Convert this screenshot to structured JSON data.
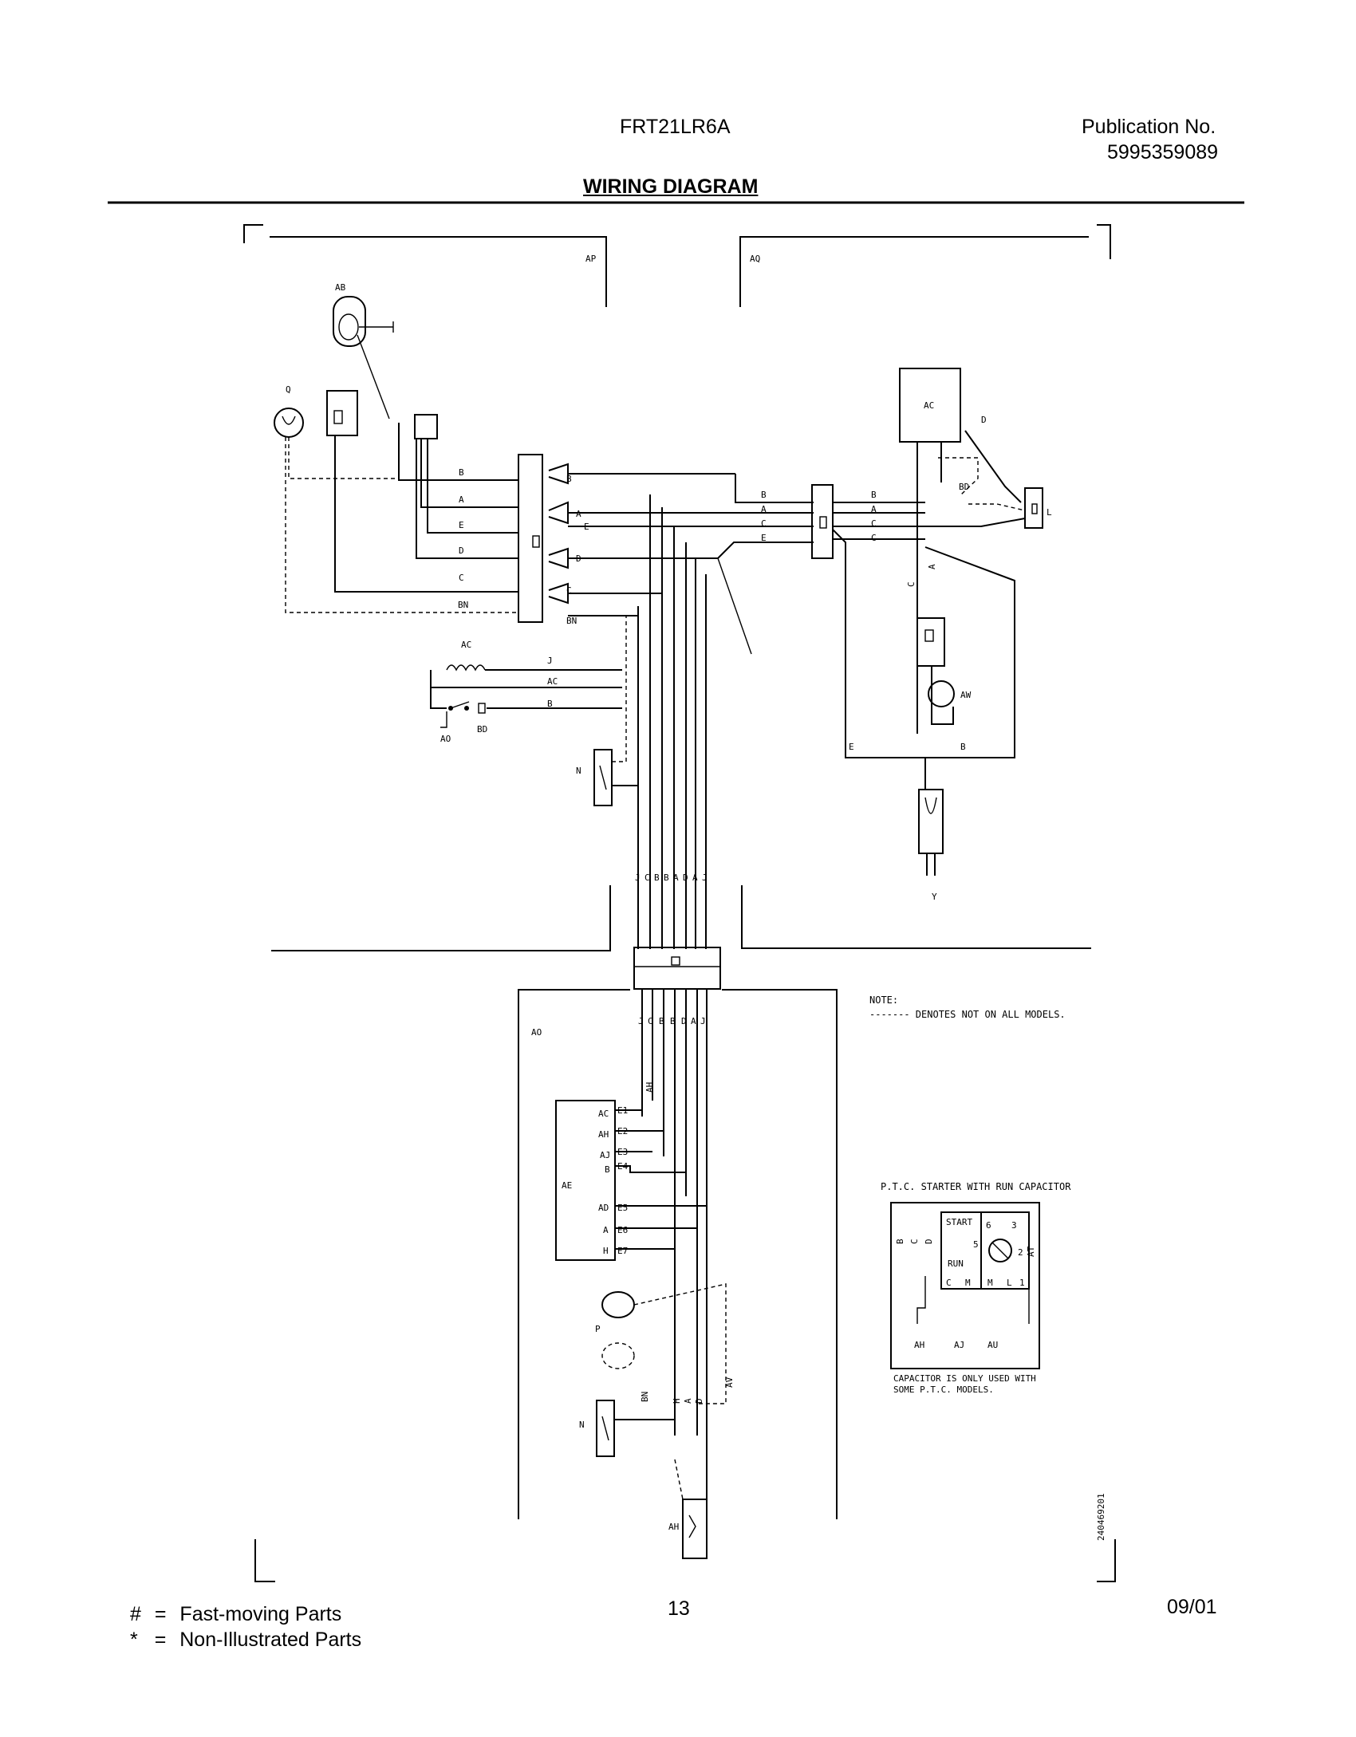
{
  "header": {
    "model": "FRT21LR6A",
    "publication_label": "Publication No.",
    "publication_number": "5995359089",
    "title": "WIRING DIAGRAM"
  },
  "footer": {
    "legend": [
      {
        "symbol": "#",
        "eq": "=",
        "text": "Fast-moving Parts"
      },
      {
        "symbol": "*",
        "eq": "=",
        "text": "Non-Illustrated Parts"
      }
    ],
    "page_number": "13",
    "date": "09/01"
  },
  "diagram": {
    "section_labels": {
      "ap": "AP",
      "aq": "AQ",
      "ao": "AO"
    },
    "components": {
      "ab": "AB",
      "q": "Q",
      "ac_top": "AC",
      "d_top": "D",
      "bd_top": "BD",
      "l": "L",
      "aw": "AW",
      "y": "Y",
      "ac_left": "AC",
      "j": "J",
      "ao_switch": "AO",
      "bd_left": "BD",
      "n_top": "N",
      "ae": "AE",
      "p": "P",
      "n_bottom": "N",
      "ah": "AH"
    },
    "left_connector_wires": [
      "B",
      "A",
      "E",
      "D",
      "C",
      "BN"
    ],
    "left_block_right": [
      "B",
      "A",
      "E",
      "D",
      "C",
      "BN"
    ],
    "right_connector_left": [
      "B",
      "A",
      "C",
      "E"
    ],
    "right_connector_right": [
      "B",
      "A",
      "C",
      "C"
    ],
    "left_circuit_wires": [
      "AC",
      "B"
    ],
    "right_vertical_labels": [
      "C",
      "A"
    ],
    "right_bottom_wires": [
      "E",
      "B"
    ],
    "bundle_top_labels": [
      "J",
      "C",
      "B",
      "B",
      "A",
      "D",
      "A",
      "J"
    ],
    "bundle_bottom_labels": [
      "J",
      "C",
      "B",
      "B",
      "D",
      "A",
      "J"
    ],
    "ah_label": "AH",
    "control_pins": [
      {
        "name": "AC",
        "pin": "E1"
      },
      {
        "name": "AH",
        "pin": "E2"
      },
      {
        "name": "AJ",
        "pin": "E3"
      },
      {
        "name": "B",
        "pin": "E4"
      },
      {
        "name": "AD",
        "pin": "E5"
      },
      {
        "name": "A",
        "pin": "E6"
      },
      {
        "name": "H",
        "pin": "E7"
      }
    ],
    "lower_wire_labels": [
      "BN",
      "H",
      "A",
      "D",
      "AV"
    ],
    "note": {
      "title": "NOTE:",
      "text": "-------  DENOTES NOT ON ALL MODELS."
    },
    "ptc": {
      "title": "P.T.C. STARTER WITH RUN CAPACITOR",
      "start": "START",
      "run": "RUN",
      "pins_left": [
        "B",
        "C",
        "D"
      ],
      "numbers": [
        "5",
        "6",
        "3",
        "2",
        "1"
      ],
      "letters": [
        "C",
        "M",
        "M",
        "L"
      ],
      "at": "AT",
      "bottom": [
        "AH",
        "AJ",
        "AU"
      ],
      "caption_line1": "CAPACITOR IS ONLY USED WITH",
      "caption_line2": "SOME P.T.C. MODELS."
    },
    "doc_code": "240469201"
  }
}
